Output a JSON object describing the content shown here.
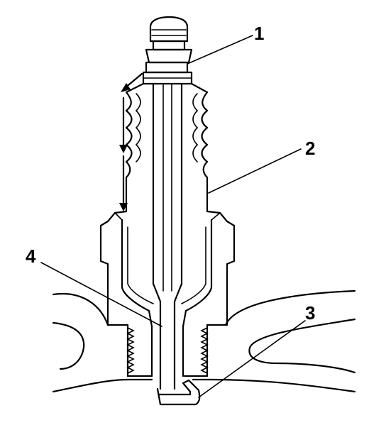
{
  "diagram": {
    "subject": "spark-plug-cross-section",
    "callouts": [
      {
        "id": "1",
        "text": "1"
      },
      {
        "id": "2",
        "text": "2"
      },
      {
        "id": "3",
        "text": "3"
      },
      {
        "id": "4",
        "text": "4"
      }
    ]
  }
}
